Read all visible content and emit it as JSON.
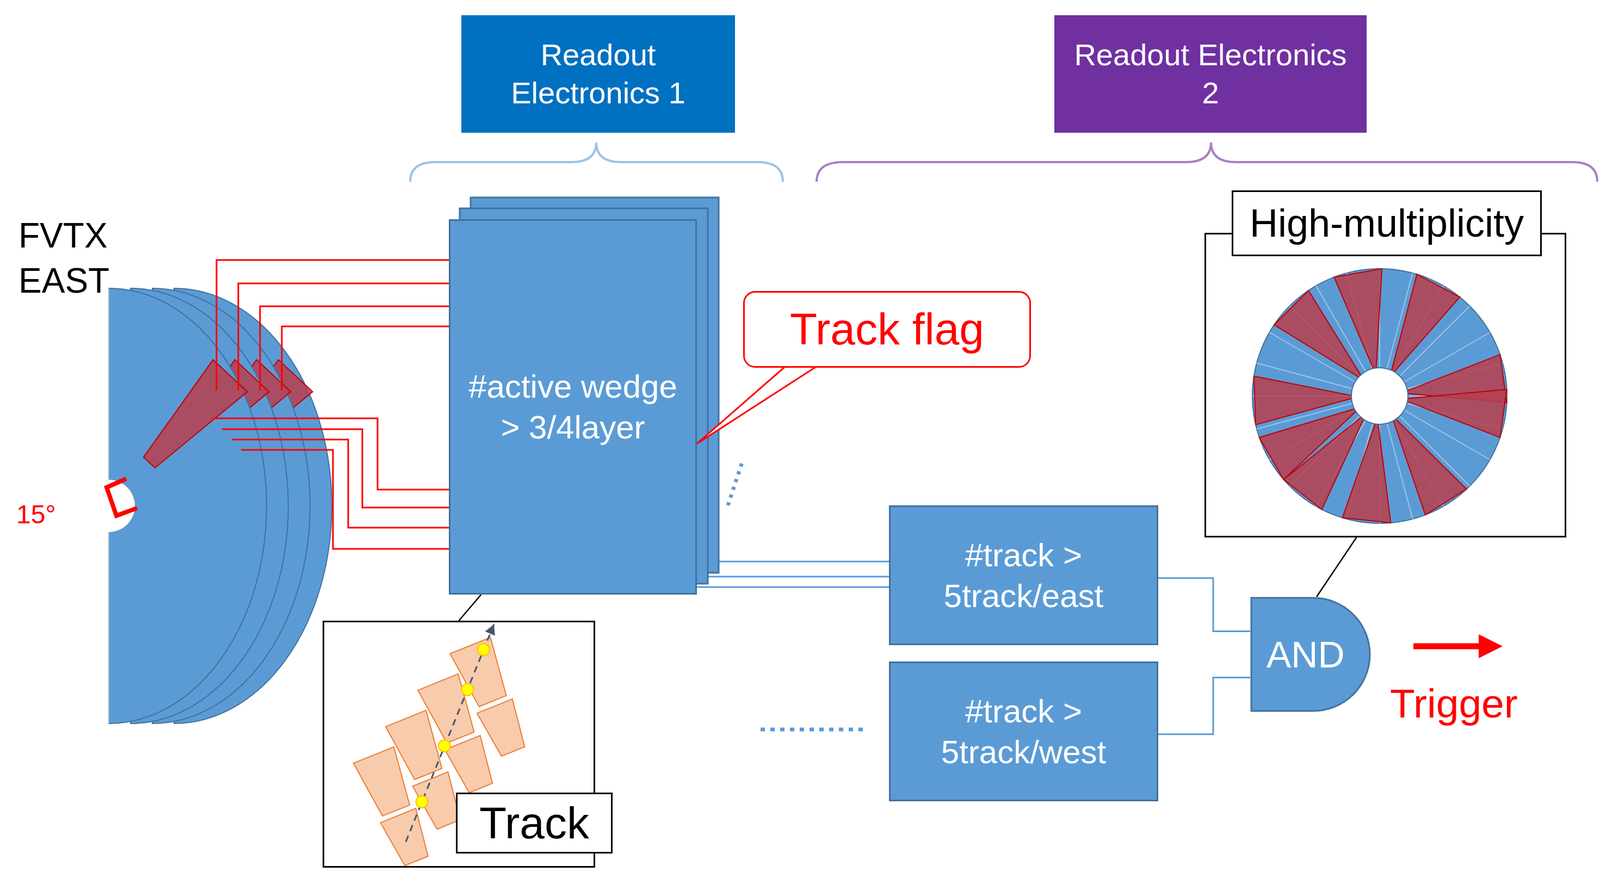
{
  "diagram": {
    "nodes": [
      {
        "text": [
          "Readout Electronics 1"
        ]
      },
      {
        "text": [
          "Readout Electronics 2"
        ]
      },
      {
        "text": [
          "#active wedge > 3/4layer"
        ]
      },
      {
        "text": [
          "Track flag"
        ]
      },
      {
        "text": [
          "Track"
        ]
      },
      {
        "text": [
          "#track > 5track/east"
        ]
      },
      {
        "text": [
          "#track > 5track/west"
        ]
      },
      {
        "text": [
          "AND"
        ]
      },
      {
        "text": [
          "High-multiplicity"
        ]
      }
    ],
    "edges": [
      {
        "from": 2,
        "to": 5,
        "arrow": "none"
      },
      {
        "from": 5,
        "to": 7,
        "arrow": "none"
      },
      {
        "from": 6,
        "to": 7,
        "arrow": "none"
      },
      {
        "from": 3,
        "to": 2,
        "arrow": "none"
      },
      {
        "from": 2,
        "to": 4,
        "arrow": "none"
      },
      {
        "from": 8,
        "to": 7,
        "arrow": "none"
      }
    ],
    "labels": [
      "FVTX EAST",
      "15°",
      "Trigger"
    ]
  }
}
